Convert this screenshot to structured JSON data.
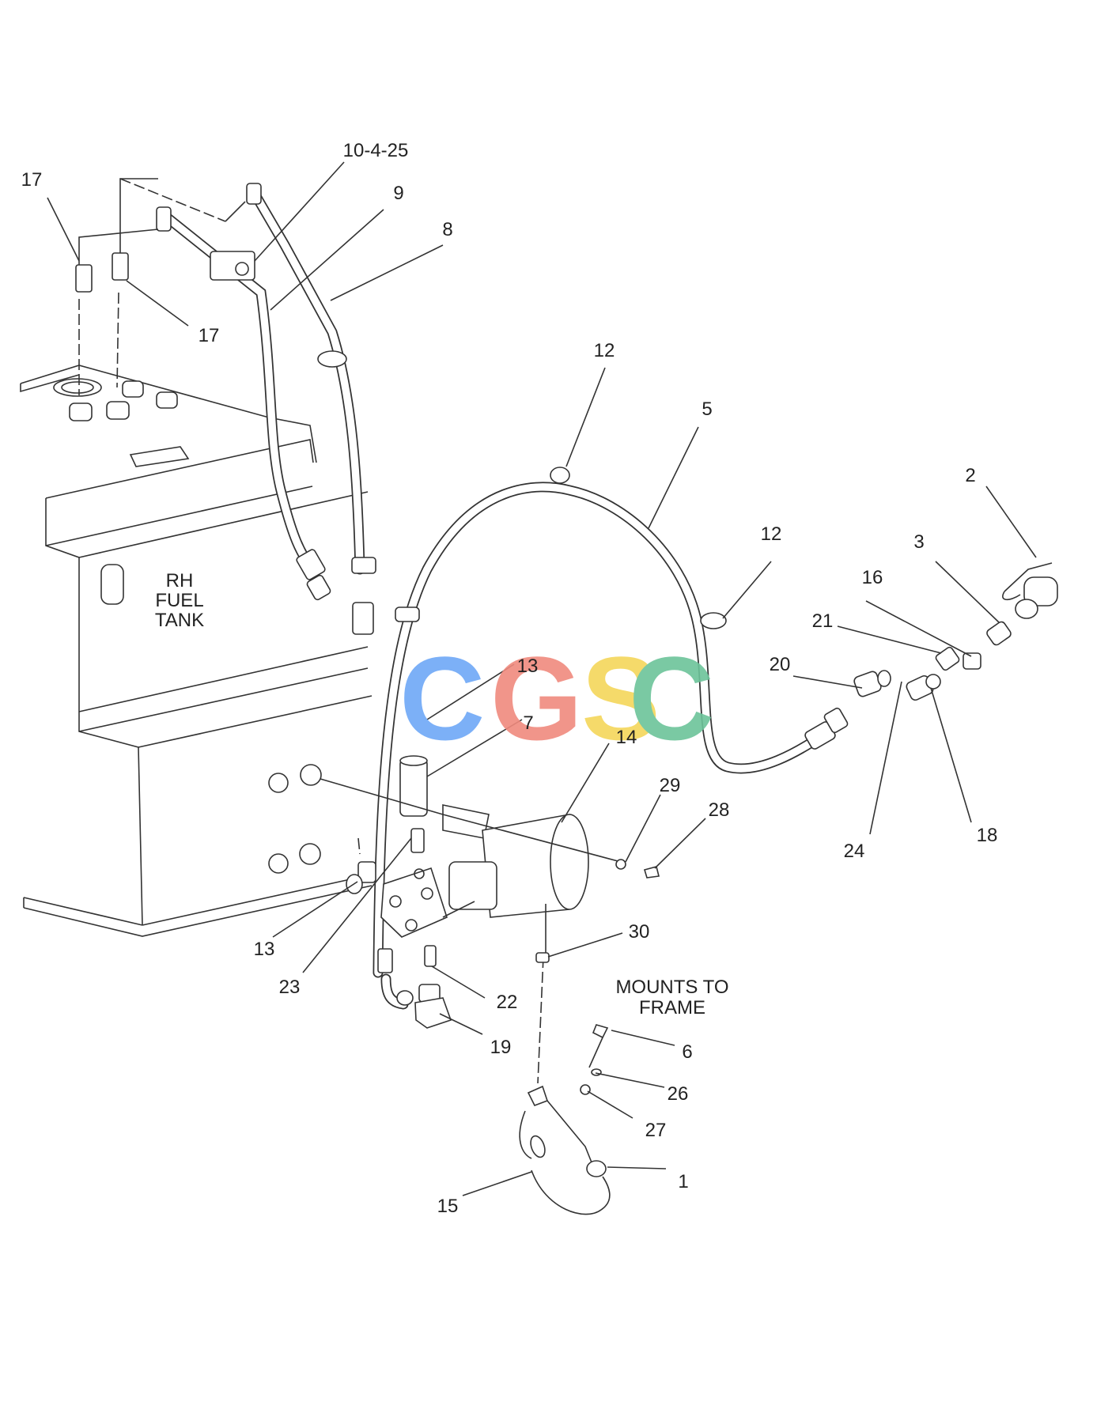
{
  "tank_label": [
    "RH",
    "FUEL",
    "TANK"
  ],
  "mount_note": [
    "MOUNTS TO",
    "FRAME"
  ],
  "callouts": [
    "17",
    "10-4-25",
    "9",
    "8",
    "17",
    "12",
    "5",
    "2",
    "12",
    "3",
    "16",
    "21",
    "20",
    "13",
    "7",
    "14",
    "29",
    "28",
    "24",
    "18",
    "13",
    "23",
    "22",
    "19",
    "30",
    "6",
    "26",
    "27",
    "1",
    "15"
  ],
  "watermark": {
    "letters": [
      "C",
      "G",
      "S",
      "C"
    ],
    "colors": [
      "#6ea8f7",
      "#f08a7e",
      "#f5d75a",
      "#6cc49a"
    ]
  }
}
